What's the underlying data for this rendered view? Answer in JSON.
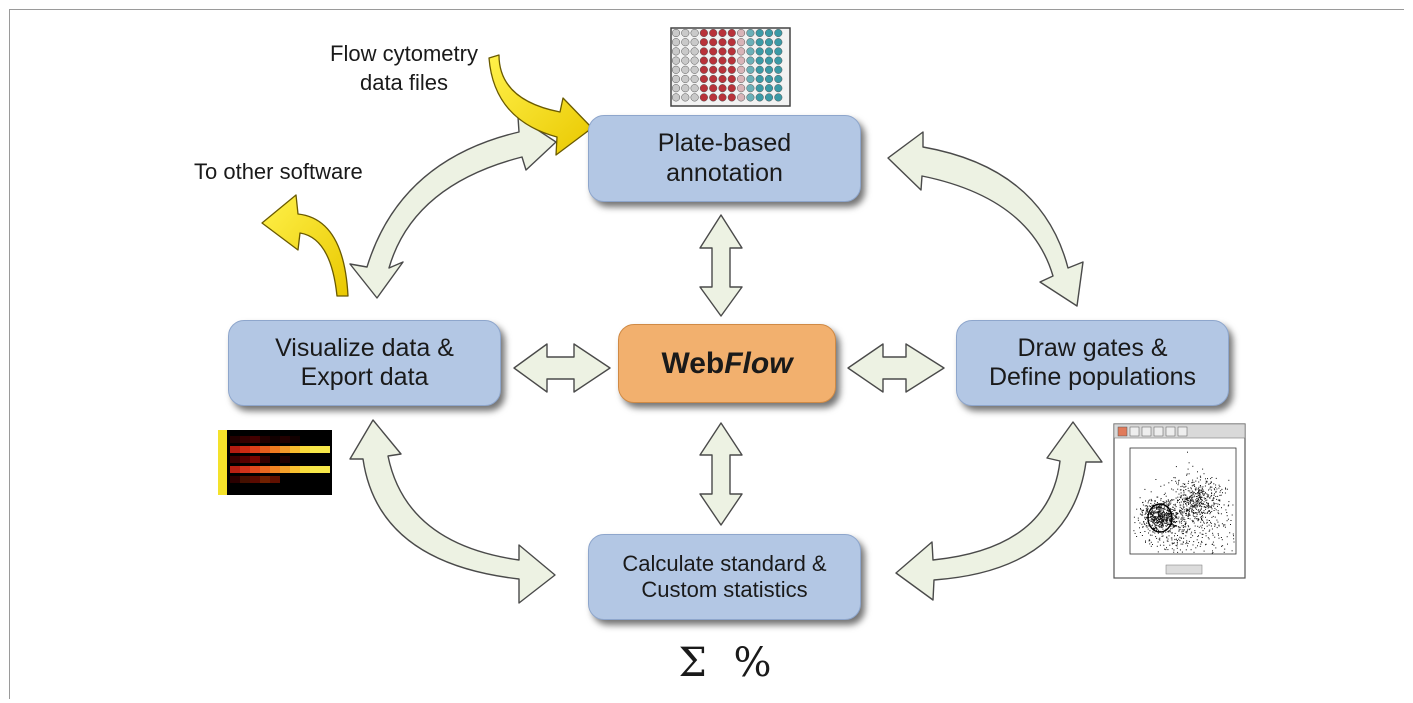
{
  "nodes": {
    "center_prefix": "Web",
    "center_suffix": "Flow",
    "plate": "Plate-based\nannotation",
    "visualize": "Visualize data &\nExport data",
    "draw": "Draw gates &\nDefine populations",
    "calculate": "Calculate standard &\nCustom statistics"
  },
  "annotations": {
    "input": "Flow cytometry\ndata files",
    "output": "To other software",
    "stats_symbols": "Σ %"
  },
  "colors": {
    "box_blue": "#b3c7e4",
    "box_orange": "#f2b06e",
    "arrow_fill": "#edf2e3",
    "arrow_stroke": "#4a4a4a",
    "yellow_arrow": "#f5ea00"
  },
  "icons": [
    "well-plate-icon",
    "heatmap-icon",
    "scatter-plot-icon"
  ]
}
